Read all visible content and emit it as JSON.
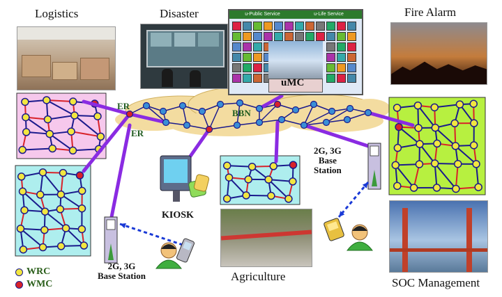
{
  "labels": {
    "logistics": "Logistics",
    "disaster": "Disaster",
    "fire_alarm": "Fire Alarm",
    "umc": "uMC",
    "u_public_service": "u-Public Service",
    "u_life_service": "u-Life Service",
    "er_top": "ER",
    "er_bottom": "ER",
    "bbn": "BBN",
    "kiosk": "KIOSK",
    "base_station_right": [
      "2G, 3G",
      "Base",
      "Station"
    ],
    "base_station_bottom": [
      "2G, 3G",
      "Base Station"
    ],
    "agriculture": "Agriculture",
    "soc_management": "SOC Management"
  },
  "legend": [
    {
      "label": "WRC",
      "fill": "#f2e640"
    },
    {
      "label": "WMC",
      "fill": "#d8222a"
    }
  ],
  "colors": {
    "mesh_link_blue": "#1a1a8c",
    "mesh_link_red": "#d8222a",
    "backbone_purple": "#8a2be2",
    "cloud": "#f3dca0",
    "wrc_node": "#f2e640",
    "wmc_node": "#d8222a",
    "panel_pink": "#f6c8ec",
    "panel_cyan": "#aeeeee",
    "panel_lime": "#b7f040"
  },
  "icons": [
    "kiosk-icon",
    "phone-user-icon",
    "base-station-tower-icon"
  ]
}
